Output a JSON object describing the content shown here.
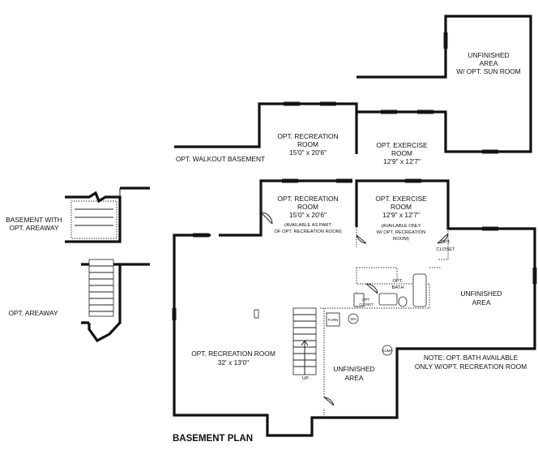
{
  "title": "BASEMENT PLAN",
  "rooms": {
    "unfinished_sunroom": [
      "UNFINISHED",
      "AREA",
      "W/ OPT. SUN ROOM"
    ],
    "walkout_rec": [
      "OPT. RECREATION",
      "ROOM",
      "15'0\" x 20'6\""
    ],
    "walkout_exercise": [
      "OPT. EXERCISE",
      "ROOM",
      "12'9\" x 12'7\""
    ],
    "walkout_label": "OPT. WALKOUT BASEMENT",
    "main_rec_top": [
      "OPT. RECREATION",
      "ROOM",
      "15'0\" x 20'6\""
    ],
    "main_rec_top_note": [
      "(AVAILABLE AS PART",
      "OF OPT. RECREATION ROOM)"
    ],
    "main_exercise": [
      "OPT. EXERCISE",
      "ROOM",
      "12'9\" x 12'7\""
    ],
    "main_exercise_note": [
      "(AVAILABLE ONLY",
      "W/ OPT. RECREATION",
      "ROOM)"
    ],
    "opt_closet": [
      "OPT.",
      "CLOSET"
    ],
    "opt_bath": [
      "OPT.",
      "BATH"
    ],
    "opt_closet_small": [
      "OPT.",
      "CLOSET"
    ],
    "unfinished_right": [
      "UNFINISHED",
      "AREA"
    ],
    "rec_room_large": [
      "OPT. RECREATION ROOM",
      "32' x 13'0\""
    ],
    "unfinished_center": [
      "UNFINISHED",
      "AREA"
    ],
    "note": [
      "NOTE: OPT. BATH AVAILABLE",
      "ONLY W/OPT. RECREATION ROOM"
    ],
    "furn": "FURN",
    "wh": "WH",
    "sump": "SUMP",
    "up": "UP"
  },
  "areaway": {
    "basement_with": [
      "BASEMENT WITH",
      "OPT. AREAWAY"
    ],
    "opt_areaway": "OPT. AREAWAY"
  }
}
